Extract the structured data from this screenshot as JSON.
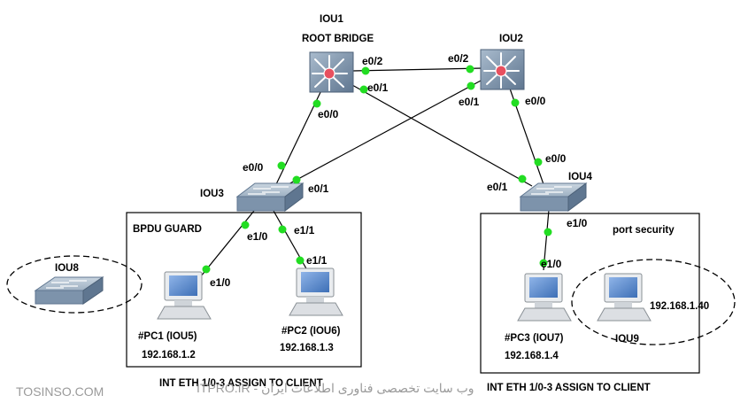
{
  "devices": {
    "iou1": {
      "name": "IOU1",
      "role": "ROOT BRIDGE"
    },
    "iou2": {
      "name": "IOU2"
    },
    "iou3": {
      "name": "IOU3"
    },
    "iou4": {
      "name": "IOU4"
    },
    "iou8": {
      "name": "IOU8"
    },
    "iou9": {
      "name": "IOU9",
      "ip": "192.168.1.40"
    },
    "pc1": {
      "name": "#PC1 (IOU5)",
      "ip": "192.168.1.2"
    },
    "pc2": {
      "name": "#PC2 (IOU6)",
      "ip": "192.168.1.3"
    },
    "pc3": {
      "name": "#PC3 (IOU7)",
      "ip": "192.168.1.4"
    }
  },
  "interfaces": {
    "iou1_to_iou2": "e0/2",
    "iou2_to_iou1": "e0/2",
    "iou1_to_iou4": "e0/1",
    "iou1_to_iou3": "e0/0",
    "iou2_to_iou3": "e0/1",
    "iou2_to_iou4": "e0/0",
    "iou3_to_iou1": "e0/0",
    "iou3_to_iou2": "e0/1",
    "iou4_to_iou2": "e0/0",
    "iou4_to_iou1": "e0/1",
    "iou3_to_pc1": "e1/0",
    "iou3_to_pc2": "e1/1",
    "pc1_port": "e1/0",
    "pc2_port": "e1/1",
    "iou4_to_pc3": "e1/0",
    "pc3_port": "e1/0"
  },
  "zones": {
    "left_title": "BPDU GUARD",
    "right_title": "port security"
  },
  "footer": {
    "left": "INT ETH 1/0-3 ASSIGN TO CLIENT",
    "right": "INT ETH 1/0-3 ASSIGN TO CLIENT"
  },
  "watermark": {
    "brand": "TOSINSO.COM",
    "tagline": "ITPRO.IR - وب سایت تخصصی فناوری اطلاعات ایران"
  },
  "colors": {
    "link_dot": "#22dd22",
    "device_fill": "#7d93ab",
    "router_core": "#e8505f"
  }
}
